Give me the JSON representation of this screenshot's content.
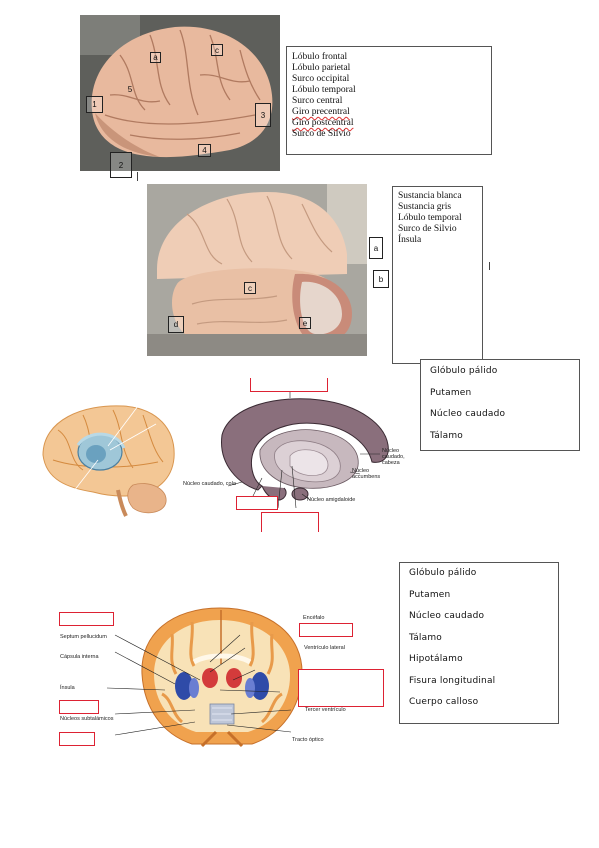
{
  "section1": {
    "labels": [
      "a",
      "c",
      "1",
      "2",
      "3",
      "4",
      "5"
    ],
    "words": [
      "Lóbulo frontal",
      "Lóbulo parietal",
      "Surco occipital",
      "Lóbulo temporal",
      "Surco central",
      "Giro precentral",
      "Giro postcentral",
      "Surco de Silvio"
    ]
  },
  "section2": {
    "labels": [
      "a",
      "b",
      "c",
      "d",
      "e"
    ],
    "words": [
      "Sustancia blanca",
      "Sustancia gris",
      "Lóbulo temporal",
      "Surco de Silvio",
      "Ínsula"
    ]
  },
  "section3": {
    "words": [
      "Glóbulo pálido",
      "Putamen",
      "Núcleo caudado",
      "Tálamo"
    ],
    "captions": {
      "cabeza": "Núcleo caudado, cabeza",
      "accumbens": "Núcleo accumbens",
      "cola": "Núcleo caudado, cola",
      "amigdaloide": "Núcleo amigdaloide"
    }
  },
  "section4": {
    "words": [
      "Glóbulo pálido",
      "Putamen",
      "Núcleo caudado",
      "Tálamo",
      "Hipotálamo",
      "Fisura longitudinal",
      "Cuerpo calloso"
    ],
    "captions": {
      "encefalo": "Encéfalo",
      "septum": "Septum pellucidum",
      "capsula": "Cápsula interna",
      "ventriculo_lateral": "Ventrículo lateral",
      "insula": "Ínsula",
      "subtalamicos": "Núcleos subtalámicos",
      "tercer": "Tercer ventrículo",
      "tracto": "Tracto óptico"
    }
  }
}
